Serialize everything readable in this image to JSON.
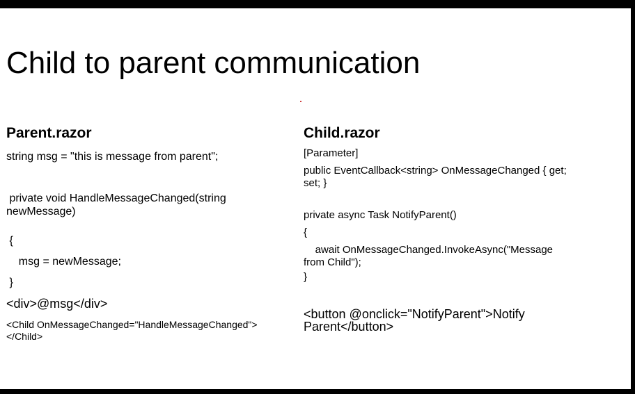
{
  "slide": {
    "title": "Child to parent communication"
  },
  "parent": {
    "heading": "Parent.razor",
    "lines": [
      "string msg = \"this is message from parent\";",
      " private void HandleMessageChanged(string newMessage)",
      " {",
      "    msg = newMessage;",
      " }",
      "<div>@msg</div>",
      "<Child OnMessageChanged=\"HandleMessageChanged\"></Child>"
    ]
  },
  "child": {
    "heading": "Child.razor",
    "lines": [
      "[Parameter]",
      "public EventCallback<string> OnMessageChanged { get; set; }",
      "private async Task NotifyParent()",
      "{",
      "    await OnMessageChanged.InvokeAsync(\"Message from Child\");",
      "}",
      "<button @onclick=\"NotifyParent\">Notify Parent</button>"
    ]
  }
}
